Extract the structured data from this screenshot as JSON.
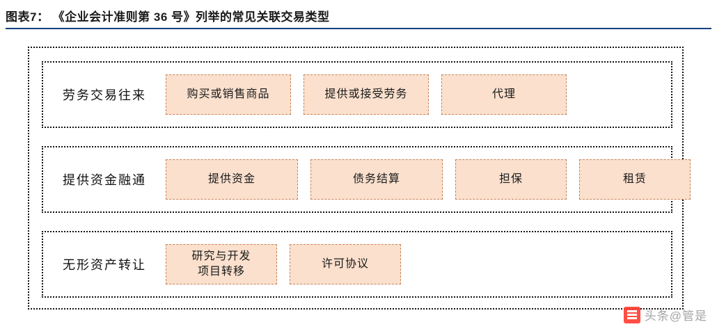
{
  "title": "图表7： 《企业会计准则第 36 号》列举的常见关联交易类型",
  "accent_color": "#12407f",
  "box_fill": "#fae0cd",
  "box_border": "#c8855a",
  "groups": [
    {
      "label": "劳务交易往来",
      "items": [
        {
          "text": "购买或销售商品",
          "size": "w-md"
        },
        {
          "text": "提供或接受劳务",
          "size": "w-md"
        },
        {
          "text": "代理",
          "size": "w-md"
        }
      ]
    },
    {
      "label": "提供资金融通",
      "items": [
        {
          "text": "提供资金",
          "size": "w-lg"
        },
        {
          "text": "债务结算",
          "size": "w-lg"
        },
        {
          "text": "担保",
          "size": "w-sm"
        },
        {
          "text": "租赁",
          "size": "w-sm"
        }
      ]
    },
    {
      "label": "无形资产转让",
      "items": [
        {
          "text": "研究与开发\n项目转移",
          "size": "w-sm"
        },
        {
          "text": "许可协议",
          "size": "w-sm"
        }
      ]
    }
  ],
  "watermark": {
    "text": "头条@管是",
    "logo_name": "toutiao-logo-icon"
  }
}
